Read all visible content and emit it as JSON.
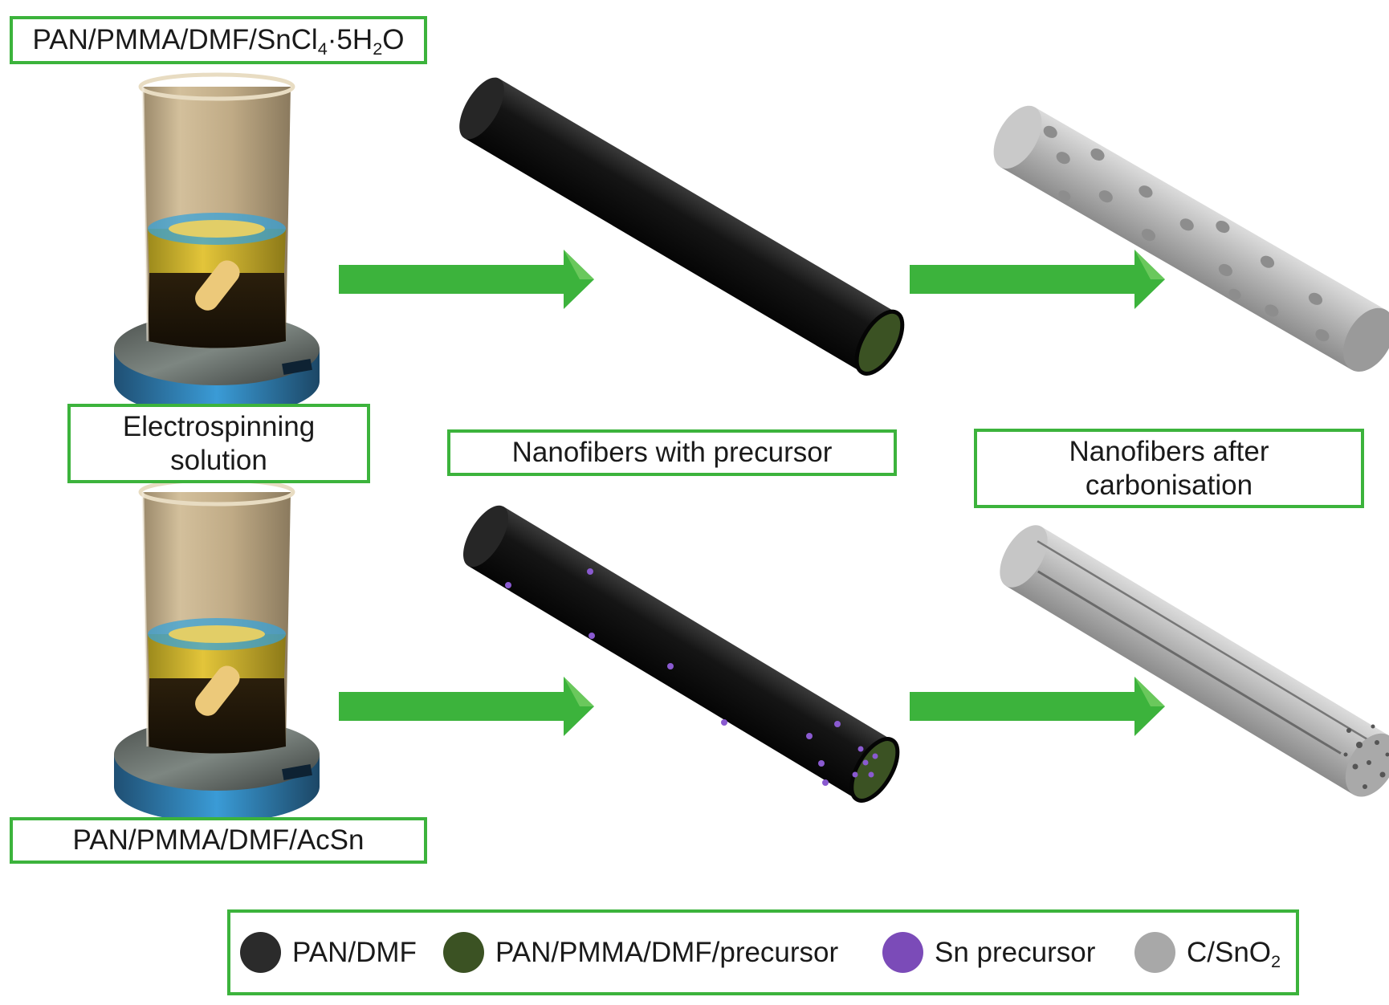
{
  "labels": {
    "top_solution": "PAN/PMMA/DMF/SnCl",
    "top_solution_sub1": "4",
    "top_solution_mid": "·5H",
    "top_solution_sub2": "2",
    "top_solution_end": "O",
    "bottom_solution": "PAN/PMMA/DMF/AcSn",
    "electrospinning_line1": "Electrospinning",
    "electrospinning_line2": "solution",
    "nanofibers_precursor": "Nanofibers with precursor",
    "nanofibers_after_line1": "Nanofibers after",
    "nanofibers_after_line2": "carbonisation"
  },
  "legend": {
    "items": [
      {
        "label": "PAN/DMF",
        "color": "#2b2b2b"
      },
      {
        "label": "PAN/PMMA/DMF/precursor",
        "color": "#3b5223"
      },
      {
        "label": "Sn precursor",
        "color": "#7b4bb8"
      },
      {
        "label": "C/SnO",
        "label_sub": "2",
        "color": "#a8a8a8"
      }
    ]
  },
  "colors": {
    "accent_green": "#3cb33c",
    "fiber_core": "#3b5223",
    "fiber_shell": "#141414",
    "carbon_fiber": "#b0b0b0"
  }
}
